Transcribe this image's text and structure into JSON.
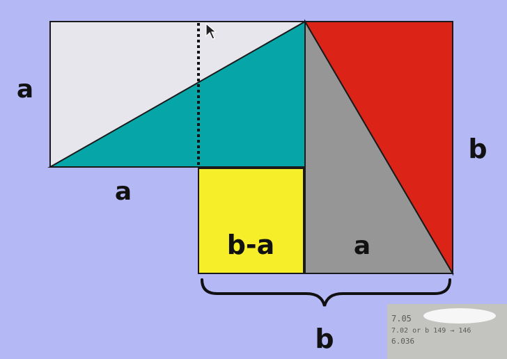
{
  "labels": {
    "left_side_a": "a",
    "bottom_side_a": "a",
    "right_side_b": "b",
    "bottom_brace_b": "b",
    "yellow_square": "b-a",
    "gray_triangle": "a"
  },
  "colors": {
    "background": "#b4b8f4",
    "light_rect": "#e6e6ec",
    "teal": "#06a6a8",
    "red": "#dc2318",
    "gray": "#969696",
    "yellow": "#f6ee28"
  },
  "thumbnail": {
    "lines": [
      "7.05",
      "7.02 or b 149 → 146",
      "6.036"
    ]
  }
}
